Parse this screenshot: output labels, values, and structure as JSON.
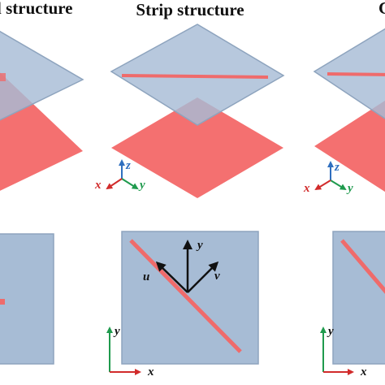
{
  "titles": {
    "left": "l structure",
    "middle": "Strip structure",
    "right": "C"
  },
  "axes_3d": {
    "x": "x",
    "y": "y",
    "z": "z"
  },
  "axes_2d": {
    "x": "x",
    "y": "y"
  },
  "vectors": {
    "u": "u",
    "v": "v",
    "y": "y"
  },
  "colors": {
    "top_plate": "#a7bcd5",
    "plate_edge": "#8ea4be",
    "ground_plate": "#f47070",
    "strip": "#ef6b6b",
    "x_axis": "#d12b2b",
    "y_axis": "#1f9a4d",
    "z_axis": "#2f6fbf",
    "arrow": "#111111"
  }
}
